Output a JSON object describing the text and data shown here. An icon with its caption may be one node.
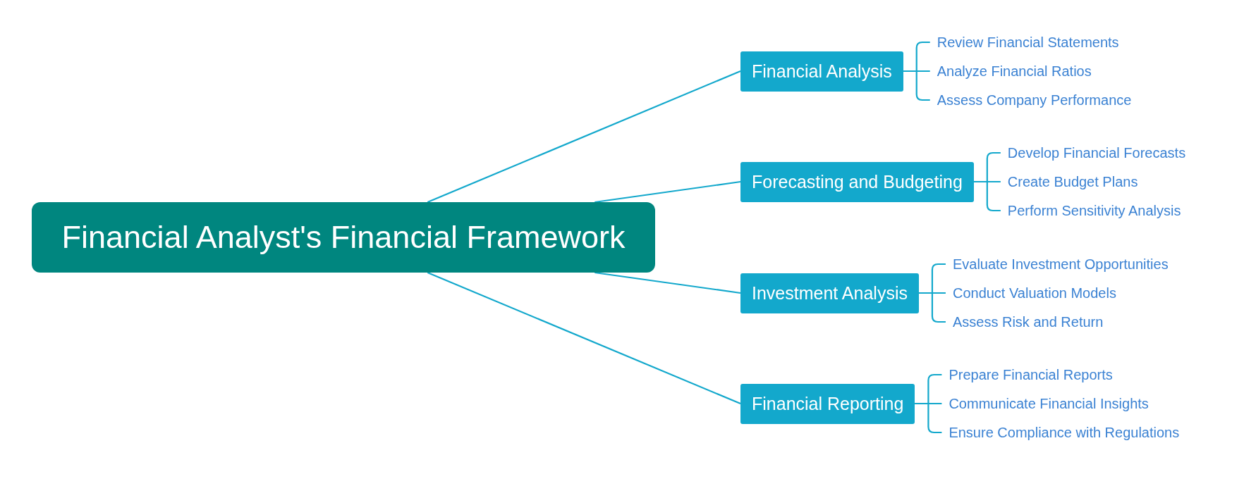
{
  "diagram": {
    "nodes": [
      {
        "text": [
          "Financial Analyst's Financial Framework"
        ]
      },
      {
        "text": [
          "Financial Analysis"
        ]
      },
      {
        "text": [
          "Review Financial Statements"
        ]
      },
      {
        "text": [
          "Analyze Financial Ratios"
        ]
      },
      {
        "text": [
          "Assess Company Performance"
        ]
      },
      {
        "text": [
          "Forecasting and Budgeting"
        ]
      },
      {
        "text": [
          "Develop Financial Forecasts"
        ]
      },
      {
        "text": [
          "Create Budget Plans"
        ]
      },
      {
        "text": [
          "Perform Sensitivity Analysis"
        ]
      },
      {
        "text": [
          "Investment Analysis"
        ]
      },
      {
        "text": [
          "Evaluate Investment Opportunities"
        ]
      },
      {
        "text": [
          "Conduct Valuation Models"
        ]
      },
      {
        "text": [
          "Assess Risk and Return"
        ]
      },
      {
        "text": [
          "Financial Reporting"
        ]
      },
      {
        "text": [
          "Prepare Financial Reports"
        ]
      },
      {
        "text": [
          "Communicate Financial Insights"
        ]
      },
      {
        "text": [
          "Ensure Compliance with Regulations"
        ]
      }
    ],
    "edges": [
      {
        "from": 0,
        "to": 1,
        "arrow": "none"
      },
      {
        "from": 0,
        "to": 5,
        "arrow": "none"
      },
      {
        "from": 0,
        "to": 9,
        "arrow": "none"
      },
      {
        "from": 0,
        "to": 13,
        "arrow": "none"
      },
      {
        "from": 1,
        "to": 2,
        "arrow": "none"
      },
      {
        "from": 1,
        "to": 3,
        "arrow": "none"
      },
      {
        "from": 1,
        "to": 4,
        "arrow": "none"
      },
      {
        "from": 5,
        "to": 6,
        "arrow": "none"
      },
      {
        "from": 5,
        "to": 7,
        "arrow": "none"
      },
      {
        "from": 5,
        "to": 8,
        "arrow": "none"
      },
      {
        "from": 9,
        "to": 10,
        "arrow": "none"
      },
      {
        "from": 9,
        "to": 11,
        "arrow": "none"
      },
      {
        "from": 9,
        "to": 12,
        "arrow": "none"
      },
      {
        "from": 13,
        "to": 14,
        "arrow": "none"
      },
      {
        "from": 13,
        "to": 15,
        "arrow": "none"
      },
      {
        "from": 13,
        "to": 16,
        "arrow": "none"
      }
    ]
  }
}
